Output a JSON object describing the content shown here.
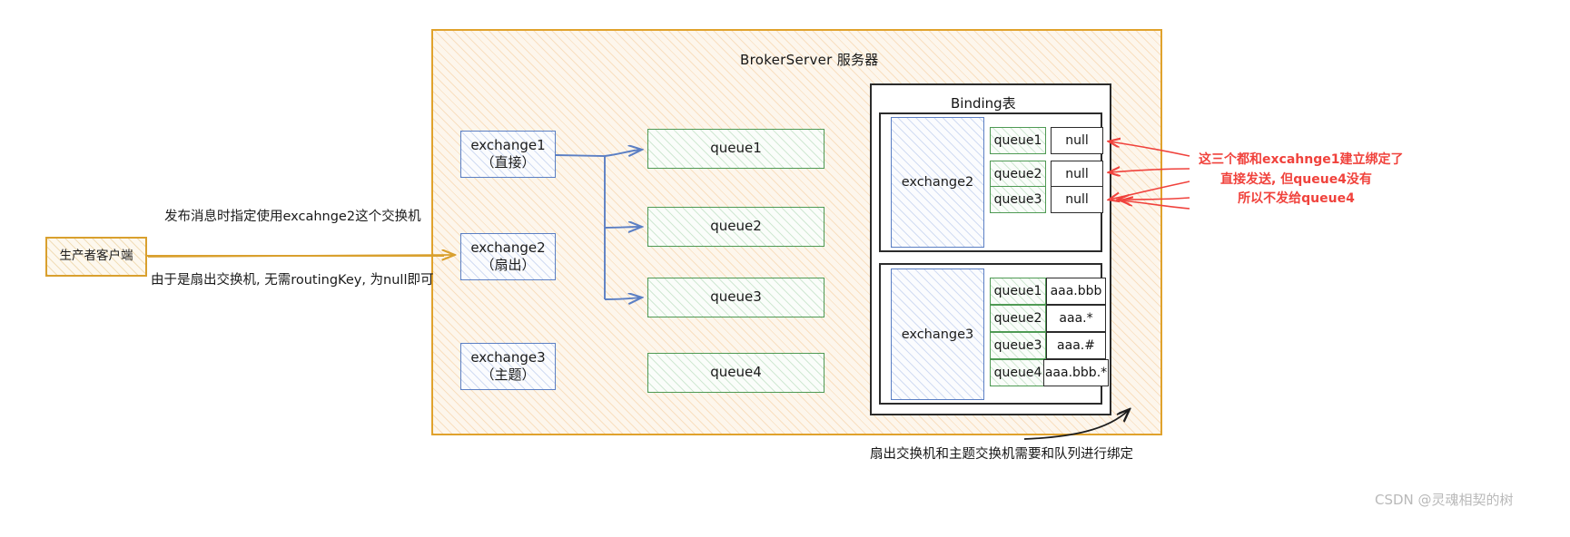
{
  "diagram": {
    "broker": {
      "title": "BrokerServer 服务器"
    },
    "producer": {
      "label": "生产者客户端"
    },
    "notes": {
      "publish": "发布消息时指定使用excahnge2这个交换机",
      "routing": "由于是扇出交换机, 无需routingKey, 为null即可"
    },
    "exchanges": [
      {
        "name": "exchange1",
        "type": "（直接）"
      },
      {
        "name": "exchange2",
        "type": "（扇出）"
      },
      {
        "name": "exchange3",
        "type": "（主题）"
      }
    ],
    "queues": [
      {
        "label": "queue1"
      },
      {
        "label": "queue2"
      },
      {
        "label": "queue3"
      },
      {
        "label": "queue4"
      }
    ],
    "binding_table": {
      "title": "Binding表",
      "groups": [
        {
          "exchange": "exchange2",
          "rows": [
            {
              "queue": "queue1",
              "key": "null"
            },
            {
              "queue": "queue2",
              "key": "null"
            },
            {
              "queue": "queue3",
              "key": "null"
            }
          ]
        },
        {
          "exchange": "exchange3",
          "rows": [
            {
              "queue": "queue1",
              "key": "aaa.bbb"
            },
            {
              "queue": "queue2",
              "key": "aaa.*"
            },
            {
              "queue": "queue3",
              "key": "aaa.#"
            },
            {
              "queue": "queue4",
              "key": "aaa.bbb.*"
            }
          ]
        }
      ]
    },
    "red_annotation": {
      "line1": "这三个都和excahnge1建立绑定了",
      "line2": "直接发送, 但queue4没有",
      "line3": "所以不发给queue4"
    },
    "caption": "扇出交换机和主题交换机需要和队列进行绑定",
    "watermark": "CSDN @灵魂相契的树",
    "colors": {
      "broker_border": "#e0a22c",
      "exchange_border": "#5b7fc4",
      "queue_border": "#4f9a54",
      "binding_border": "#2b2b2b",
      "producer_border": "#d9a02e",
      "annotation_red": "#f0423c",
      "arrow_blue": "#5b7fc4",
      "watermark_gray": "#b9b9b9"
    }
  }
}
